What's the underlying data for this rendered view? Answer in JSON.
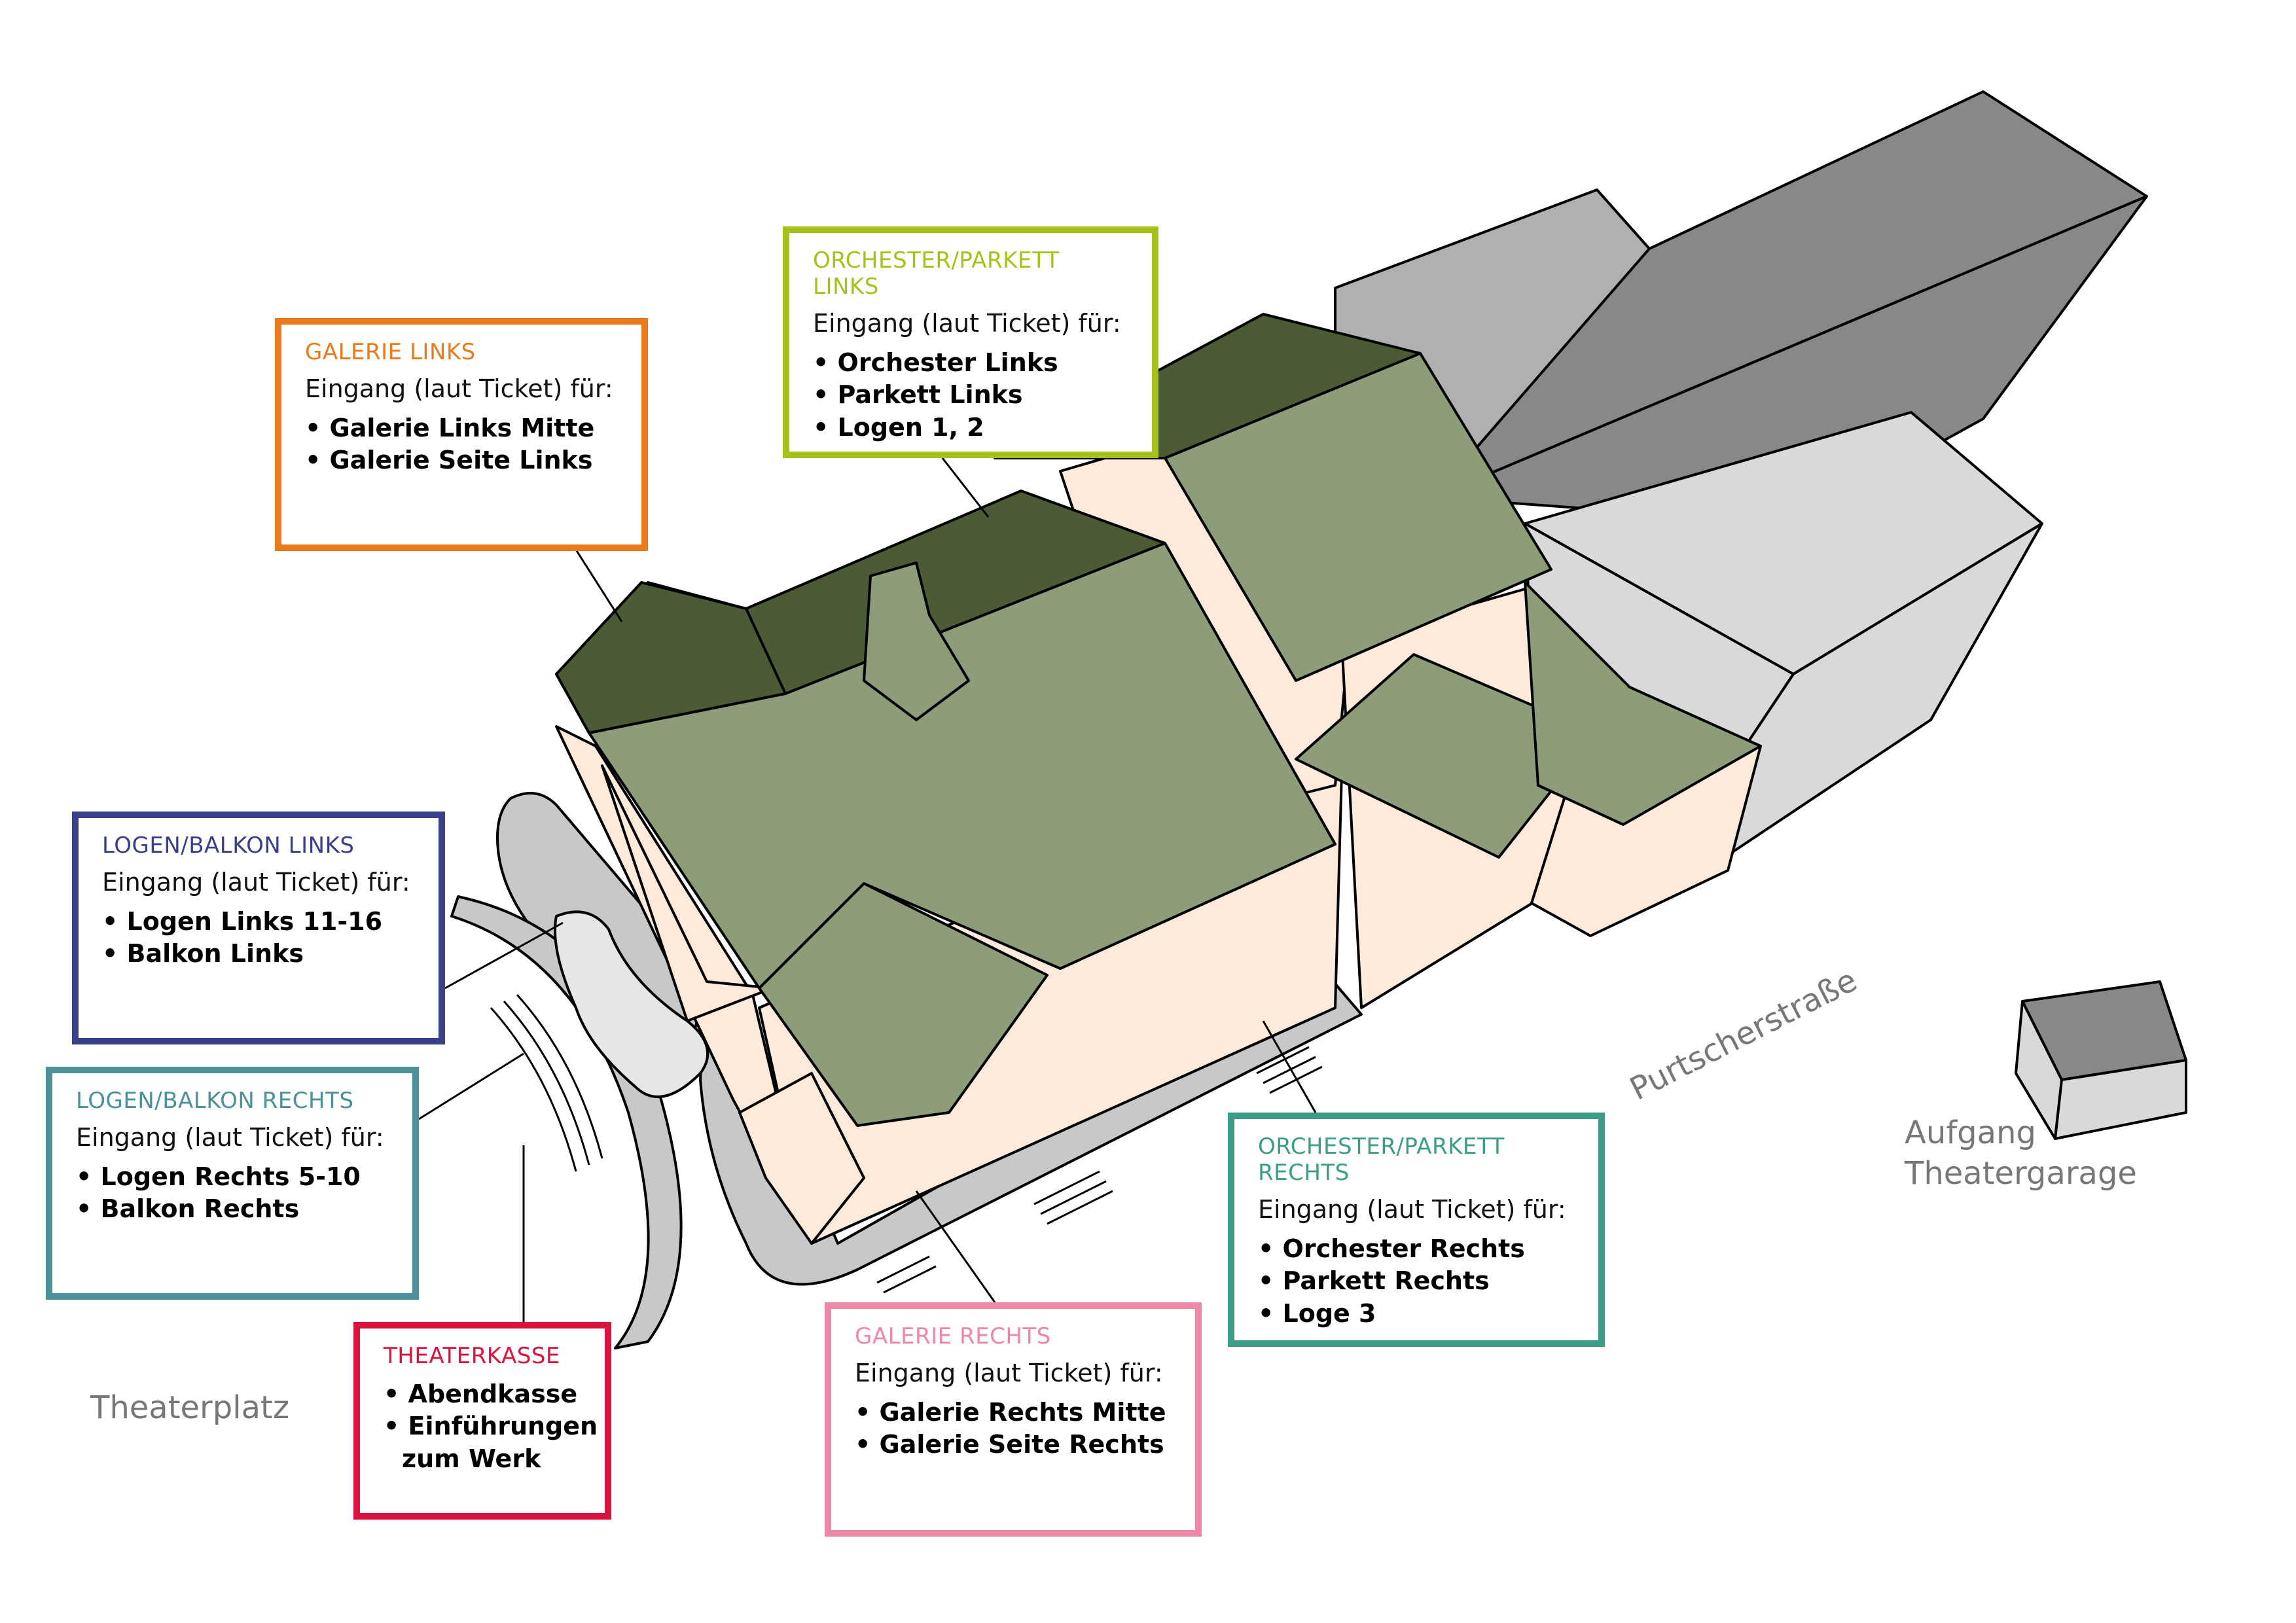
{
  "colors": {
    "galerie_links": "#ea7a1a",
    "orchester_links": "#a6c219",
    "logen_links": "#3a3f8a",
    "logen_rechts": "#4a9199",
    "theaterkasse": "#d9143f",
    "galerie_rechts": "#ef88a6",
    "orchester_rechts": "#3c9d86",
    "roof_dark": "#4b5b35",
    "roof_light": "#8d9d7a",
    "facade": "#fdeadb",
    "pavement": "#c8c8c8",
    "neighbor_light": "#d9d9d9",
    "neighbor_mid": "#b0b0b0",
    "neighbor_dark": "#888888"
  },
  "boxes": {
    "galerie_links": {
      "title": "GALERIE LINKS",
      "subtitle": "Eingang (laut Ticket) für:",
      "items": [
        "Galerie Links Mitte",
        "Galerie Seite Links"
      ]
    },
    "orchester_links": {
      "title": "ORCHESTER/PARKETT LINKS",
      "subtitle": "Eingang (laut Ticket) für:",
      "items": [
        "Orchester Links",
        "Parkett Links",
        "Logen 1, 2"
      ]
    },
    "logen_links": {
      "title": "LOGEN/BALKON LINKS",
      "subtitle": "Eingang (laut Ticket) für:",
      "items": [
        "Logen Links 11-16",
        "Balkon Links"
      ]
    },
    "logen_rechts": {
      "title": "LOGEN/BALKON RECHTS",
      "subtitle": "Eingang (laut Ticket) für:",
      "items": [
        "Logen Rechts 5-10",
        "Balkon Rechts"
      ]
    },
    "theaterkasse": {
      "title": "THEATERKASSE",
      "items": [
        "Abendkasse",
        "Einführungen zum Werk"
      ]
    },
    "galerie_rechts": {
      "title": "GALERIE RECHTS",
      "subtitle": "Eingang (laut Ticket) für:",
      "items": [
        "Galerie Rechts Mitte",
        "Galerie Seite Rechts"
      ]
    },
    "orchester_rechts": {
      "title": "ORCHESTER/PARKETT RECHTS",
      "subtitle": "Eingang (laut Ticket) für:",
      "items": [
        "Orchester Rechts",
        "Parkett Rechts",
        "Loge 3"
      ]
    }
  },
  "places": {
    "theaterplatz": "Theaterplatz",
    "street": "Purtscherstraße",
    "garage_line1": "Aufgang",
    "garage_line2": "Theatergarage"
  }
}
